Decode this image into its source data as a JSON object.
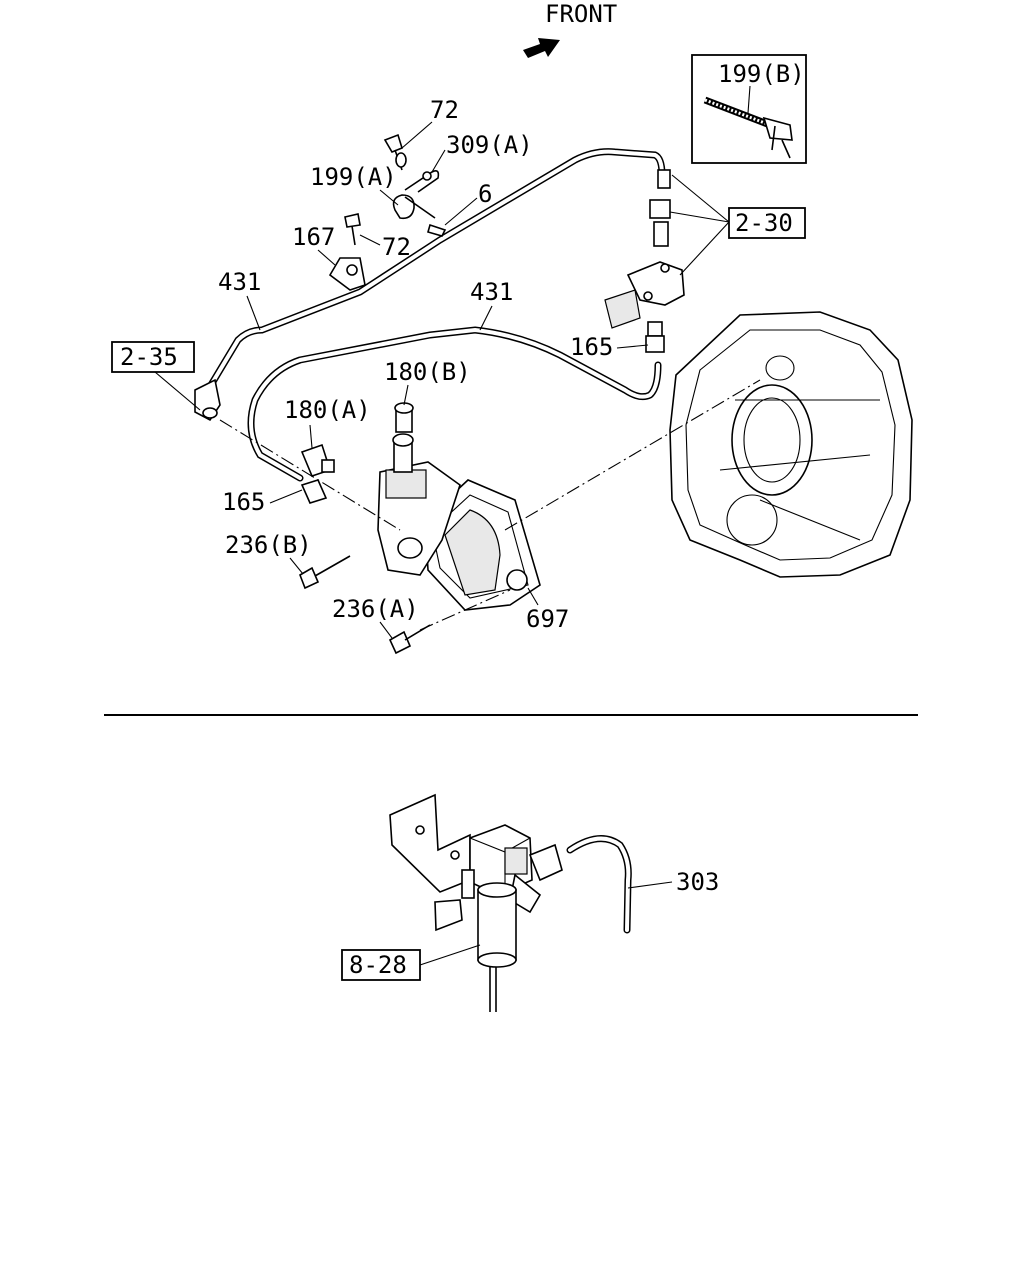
{
  "header": {
    "direction_label": "FRONT"
  },
  "colors": {
    "ink": "#000000",
    "paper": "#ffffff"
  },
  "icons": [
    "front-arrow-icon"
  ],
  "callouts": {
    "c72a": "72",
    "c309a": "309(A)",
    "c199a": "199(A)",
    "c6": "6",
    "c167": "167",
    "c72b": "72",
    "c431a": "431",
    "c431b": "431",
    "c165a": "165",
    "c180b": "180(B)",
    "c180a": "180(A)",
    "c165b": "165",
    "c236b": "236(B)",
    "c236a": "236(A)",
    "c697": "697",
    "c199b": "199(B)",
    "c303": "303"
  },
  "references": {
    "r230": "2-30",
    "r235": "2-35",
    "r828": "8-28"
  }
}
